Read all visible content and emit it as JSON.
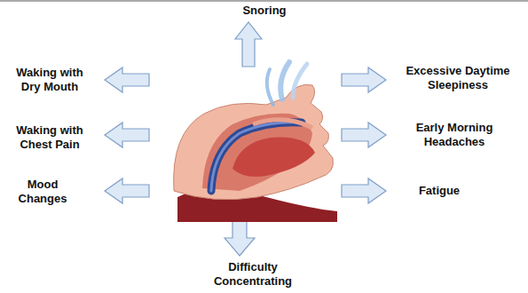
{
  "diagram": {
    "labels": [
      "Snoring",
      "Waking with Dry Mouth",
      "Excessive Daytime Sleepiness",
      "Waking with Chest Pain",
      "Early Morning Headaches",
      "Mood Changes",
      "Fatigue",
      "Difficulty Concentrating"
    ]
  }
}
